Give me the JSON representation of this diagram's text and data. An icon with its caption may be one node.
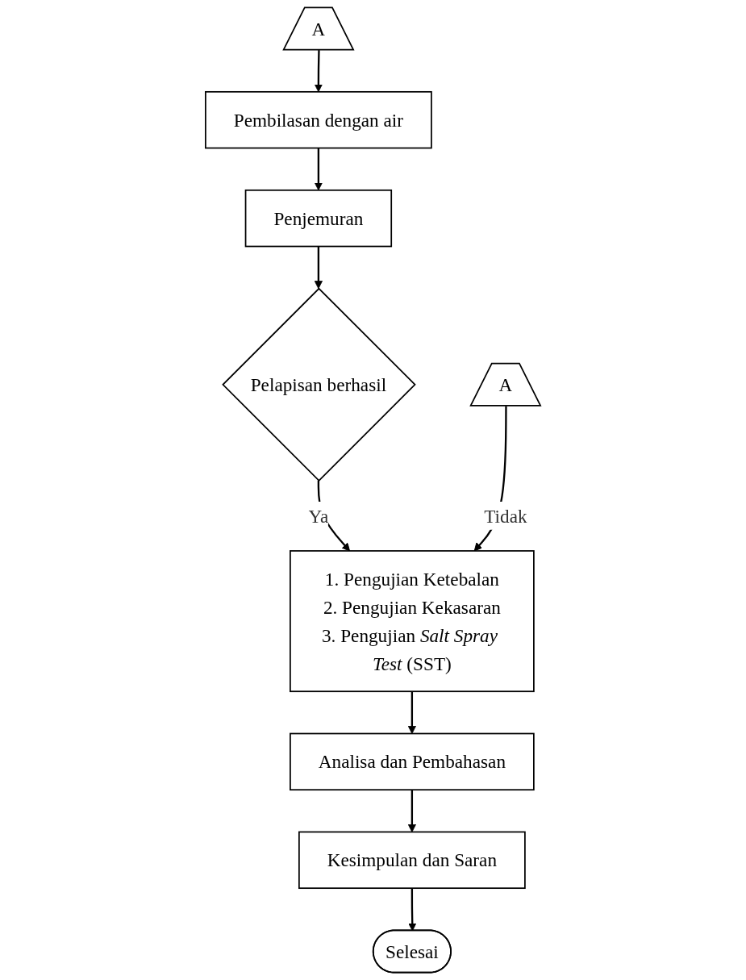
{
  "diagram": {
    "nodes": [
      {
        "text": [
          "A"
        ]
      },
      {
        "text": [
          "A"
        ]
      },
      {
        "text": [
          "Pembilasan dengan air"
        ]
      },
      {
        "text": [
          "Penjemuran"
        ]
      },
      {
        "text": [
          "Pelapisan berhasil"
        ]
      },
      {
        "text": [
          "1. Pengujian Ketebalan",
          "2. Pengujian Kekasaran",
          "3. Pengujian *Salt Spray Test* (SST)"
        ]
      },
      {
        "text": [
          "Analisa dan Pembahasan"
        ]
      },
      {
        "text": [
          "Kesimpulan dan Saran"
        ]
      },
      {
        "text": [
          "Selesai"
        ]
      }
    ],
    "edges": [
      {
        "from": 1,
        "to": 2,
        "arrow": "to"
      },
      {
        "from": 2,
        "to": 3,
        "arrow": "to"
      },
      {
        "from": 3,
        "to": 4,
        "arrow": "to"
      },
      {
        "from": 4,
        "to": 5,
        "arrow": "to",
        "label": "Ya"
      },
      {
        "from": 0,
        "to": 5,
        "arrow": "to",
        "label": "Tidak"
      },
      {
        "from": 5,
        "to": 6,
        "arrow": "to"
      },
      {
        "from": 6,
        "to": 7,
        "arrow": "to"
      },
      {
        "from": 7,
        "to": 8,
        "arrow": "to"
      }
    ]
  }
}
